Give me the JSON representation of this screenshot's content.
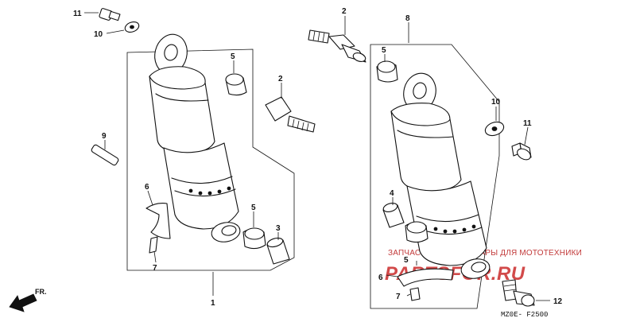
{
  "callouts": {
    "n1": "1",
    "n2a": "2",
    "n2b": "2",
    "n3": "3",
    "n4": "4",
    "n5a": "5",
    "n5b": "5",
    "n5c": "5",
    "n5d": "5",
    "n6a": "6",
    "n6b": "6",
    "n7a": "7",
    "n7b": "7",
    "n8": "8",
    "n9": "9",
    "n10a": "10",
    "n10b": "10",
    "n11a": "11",
    "n11b": "11",
    "n12": "12"
  },
  "fr_label": "FR.",
  "diagram_code": "MZ0E- F2500",
  "watermark": {
    "tagline": "ЗАПЧАСТИ И АКСЕССУАРЫ ДЛЯ МОТОТЕХНИКИ",
    "logo": "PARTSFOR.RU"
  }
}
